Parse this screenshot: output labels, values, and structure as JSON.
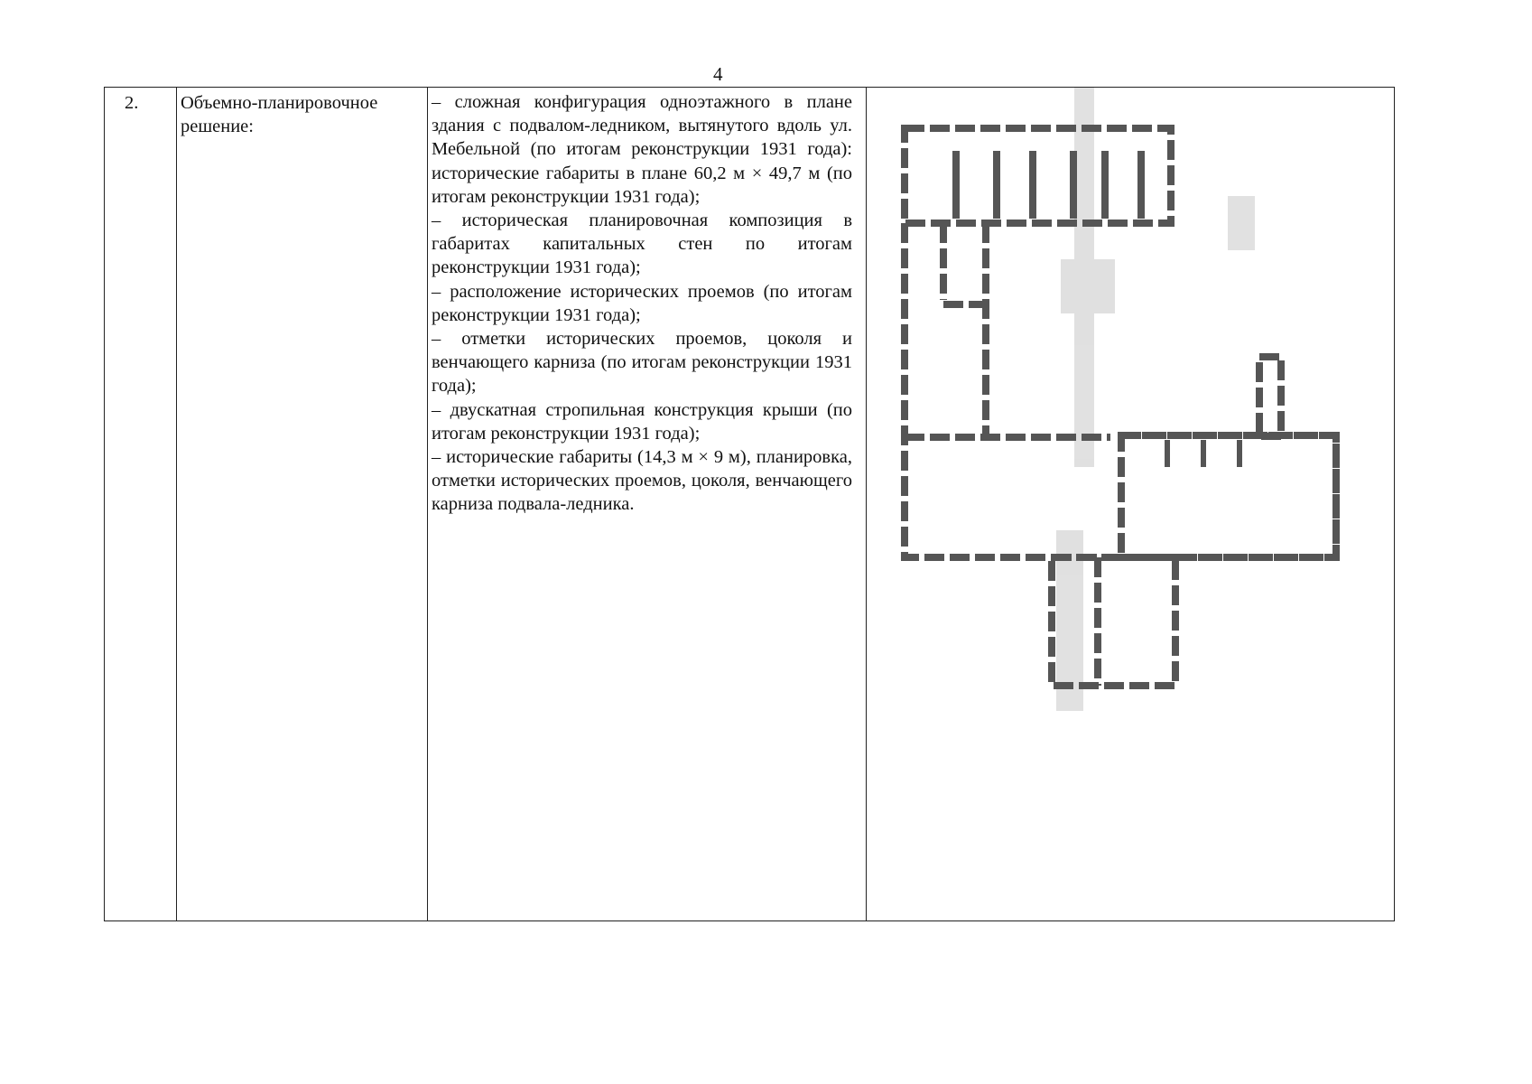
{
  "page_number": "4",
  "row": {
    "number": "2.",
    "title": "Объемно-планировочное решение:",
    "items": [
      "– сложная конфигурация одноэтажного в плане здания с подвалом-ледником, вытянутого вдоль ул. Мебельной (по итогам реконструкции 1931 года): исторические габариты в плане 60,2 м × 49,7 м (по итогам реконструкции 1931 года);",
      "– историческая планировочная композиция в габаритах капитальных стен по итогам реконструкции 1931 года);",
      "– расположение исторических проемов (по итогам реконструкции 1931 года);",
      "– отметки исторических проемов, цоколя и венчающего карниза (по итогам реконструкции 1931 года);",
      "– двускатная стропильная конструкция крыши (по итогам реконструкции 1931 года);",
      "– исторические габариты (14,3 м × 9 м), планировка, отметки исторических проемов, цоколя, венчающего карниза подвала-ледника."
    ]
  },
  "colors": {
    "wall": "#555555",
    "shadow": "#bbbbbb"
  }
}
